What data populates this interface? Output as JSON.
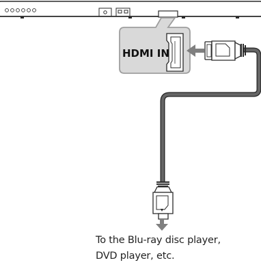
{
  "port": {
    "label": "HDMI IN"
  },
  "caption": {
    "line1": "To the Blu-ray disc player,",
    "line2": "DVD player, etc."
  },
  "colors": {
    "outline": "#2a2a2a",
    "callout_fill": "#d9d9d9",
    "callout_stroke": "#9e9e9e",
    "arrow": "#808080",
    "cable": "#666666"
  }
}
